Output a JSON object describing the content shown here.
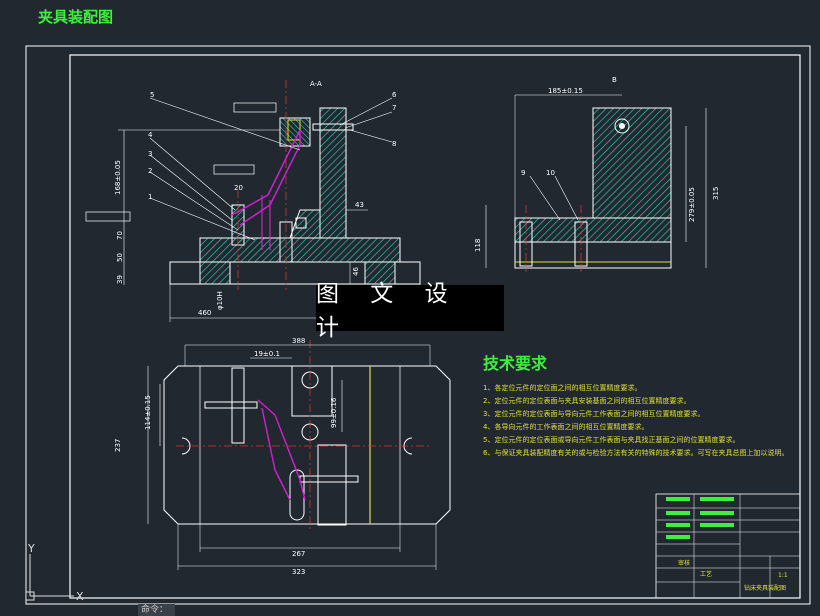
{
  "title": "夹具装配图",
  "banner": "图 文 设 计",
  "tech": {
    "title": "技术要求",
    "items": [
      "1、各定位元件的定位面之间的相互位置精度要求。",
      "2、定位元件的定位表面与夹具安装基面之间的相互位置精度要求。",
      "3、定位元件的定位表面与导向元件工作表面之间的相互位置精度要求。",
      "4、各导向元件的工作表面之间的相互位置精度要求。",
      "5、定位元件的定位表面或导向元件工作表面与夹具找正基面之间的位置精度要求。",
      "6、与保证夹具装配精度有关的或与检验方法有关的特殊的技术要求。可写在夹具总图上加以说明。"
    ]
  },
  "dims": {
    "front_width": "460",
    "front_height": "168±0.05",
    "front_43": "43",
    "front_46": "46",
    "front_20": "20",
    "front_50": "50",
    "front_70": "70",
    "front_39": "39",
    "front_dia": "φ10H",
    "side_top": "185±0.15",
    "side_height": "315",
    "side_inner": "279±0.05",
    "side_118": "118",
    "top_388": "388",
    "top_19": "19±0.1",
    "top_114": "114±0.15",
    "top_99": "99±0.16",
    "top_237": "237",
    "top_267": "267",
    "top_323": "323"
  },
  "callouts": [
    "5",
    "6",
    "7",
    "8",
    "4",
    "3",
    "2",
    "1",
    "9",
    "10"
  ],
  "section_marks": {
    "a": "A-A",
    "b": "B"
  },
  "titleblock": {
    "drawing_name": "钻床夹具装配图",
    "label1": "审核",
    "label2": "工艺",
    "scale": "1:1"
  },
  "command_label": "命令：",
  "ucs": {
    "y": "Y",
    "x": "X"
  },
  "colors": {
    "background": "#212830",
    "frame": "#ffffff",
    "hatch": "#36c9b4",
    "outline": "#ffffff",
    "dim": "#ffffff",
    "text_green": "#3df03d",
    "text_yellow": "#e0e030",
    "magenta": "#d020d0"
  }
}
